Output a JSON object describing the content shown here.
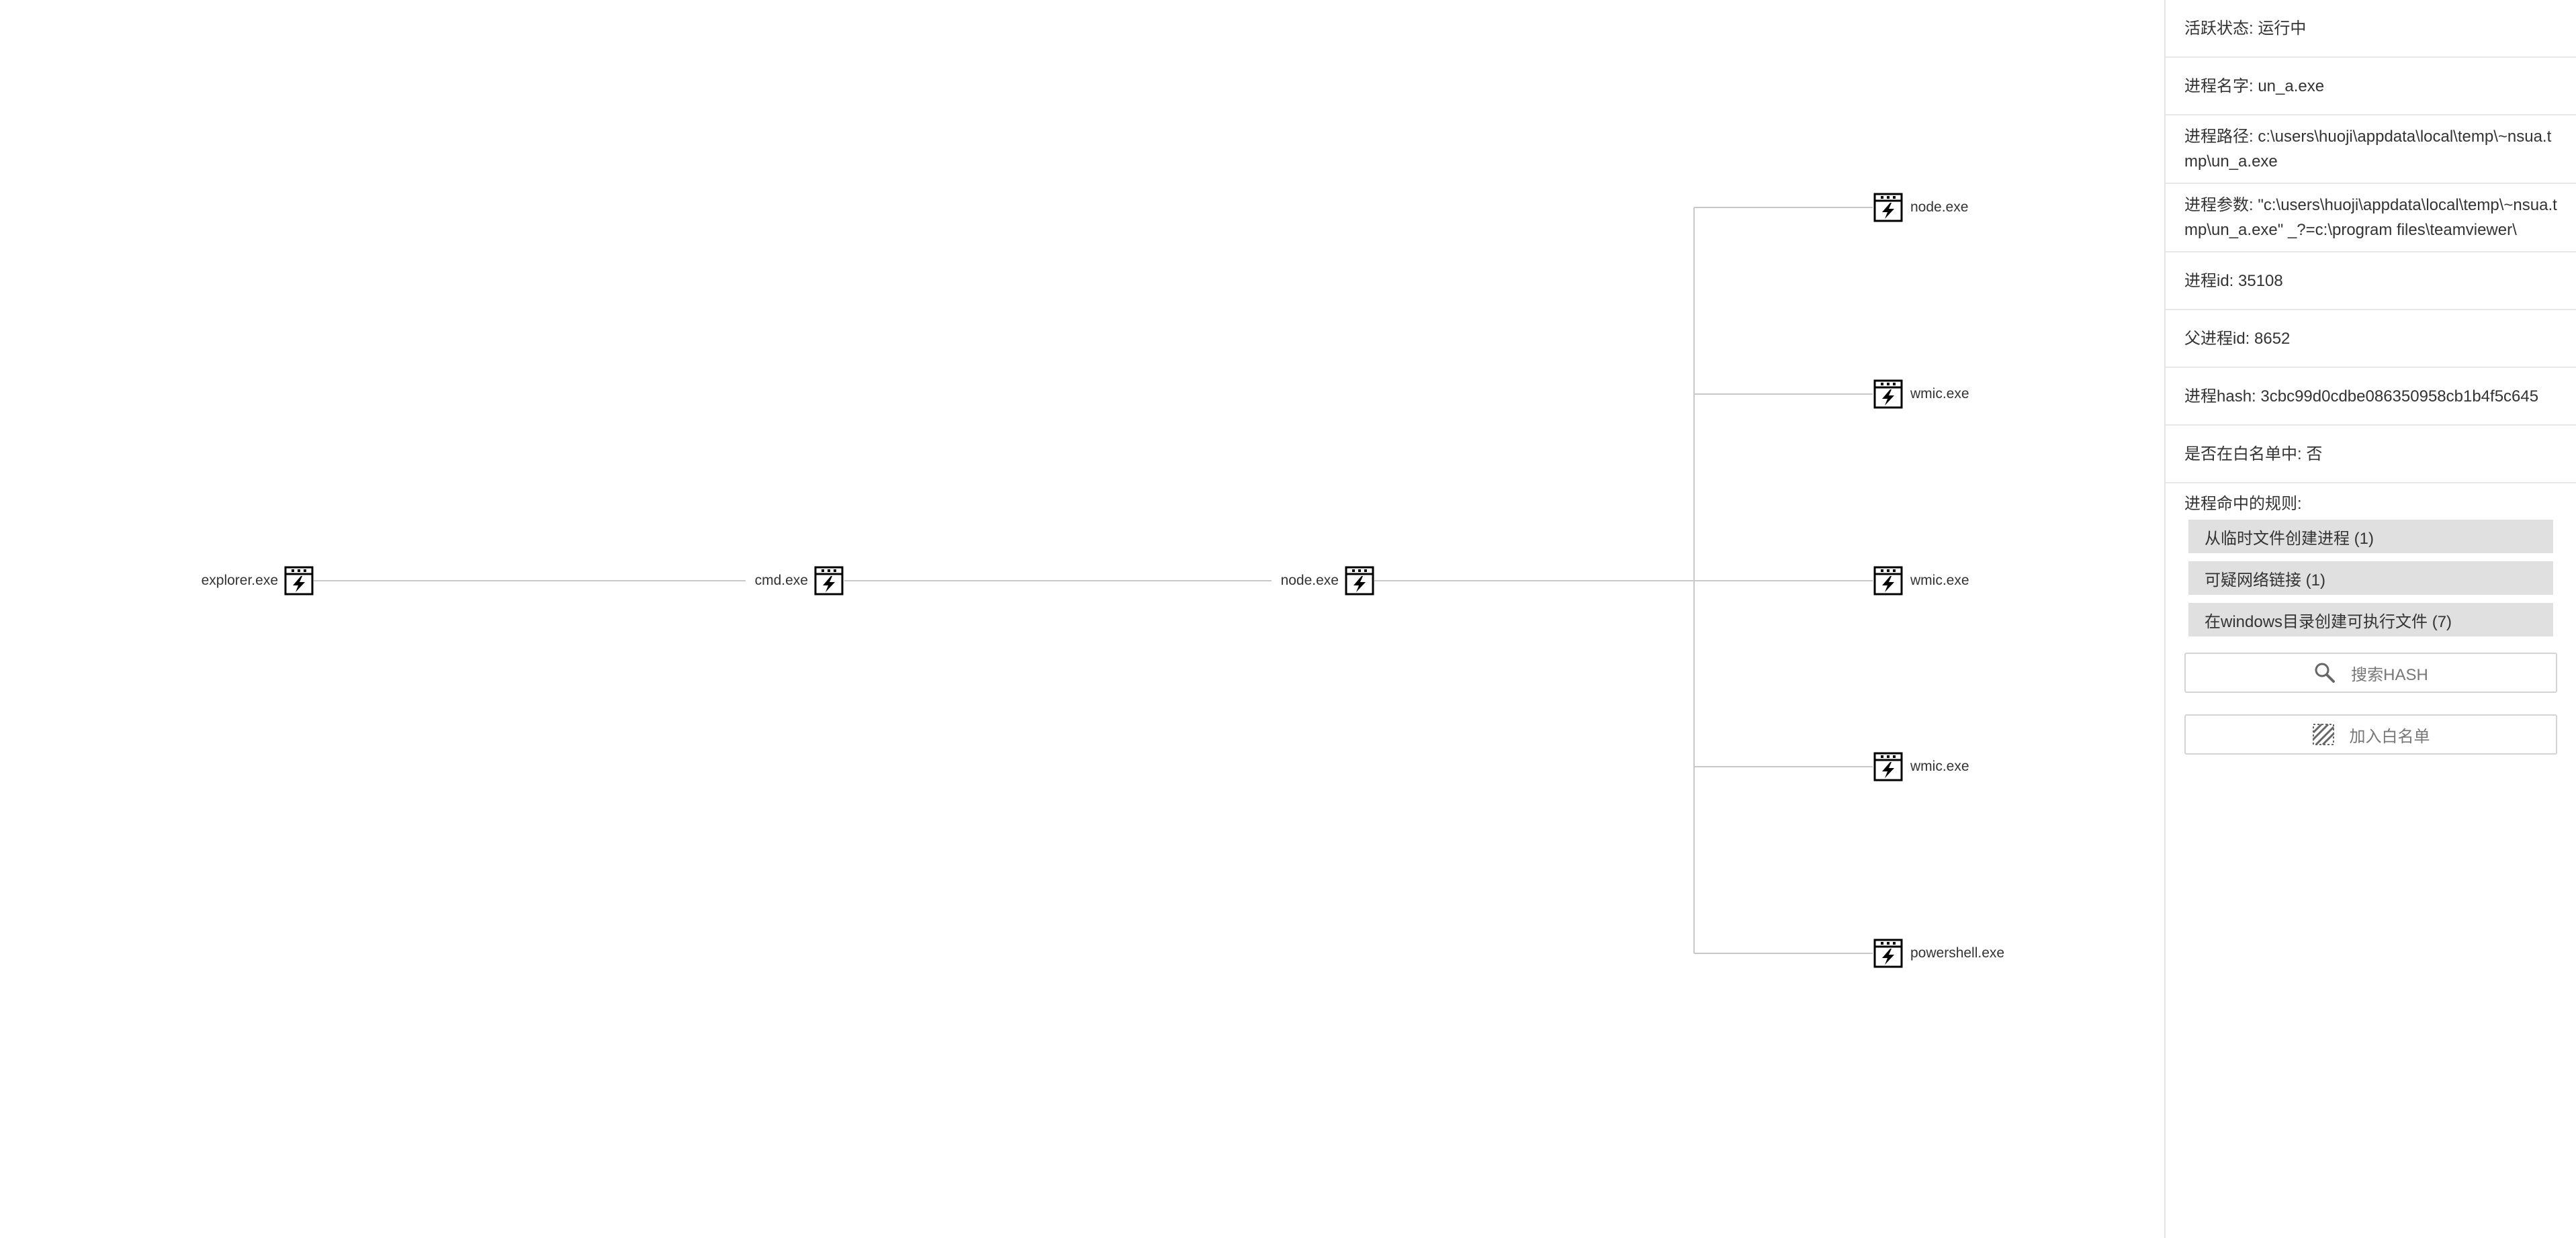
{
  "graph": {
    "nodes": [
      {
        "id": "explorer",
        "label": "explorer.exe",
        "icon": "process-icon"
      },
      {
        "id": "cmd",
        "label": "cmd.exe",
        "icon": "process-icon"
      },
      {
        "id": "node_parent",
        "label": "node.exe",
        "icon": "process-icon"
      },
      {
        "id": "node_child",
        "label": "node.exe",
        "icon": "process-icon"
      },
      {
        "id": "wmic1",
        "label": "wmic.exe",
        "icon": "process-icon"
      },
      {
        "id": "wmic2",
        "label": "wmic.exe",
        "icon": "process-icon"
      },
      {
        "id": "wmic3",
        "label": "wmic.exe",
        "icon": "process-icon"
      },
      {
        "id": "powershell",
        "label": "powershell.exe",
        "icon": "process-icon"
      }
    ],
    "edge_color": "#c8c8c8"
  },
  "panel": {
    "status": "活跃状态: 运行中",
    "process_name": "进程名字: un_a.exe",
    "process_path": "进程路径: c:\\users\\huoji\\appdata\\local\\temp\\~nsua.tmp\\un_a.exe",
    "process_args": "进程参数: \"c:\\users\\huoji\\appdata\\local\\temp\\~nsua.tmp\\un_a.exe\" _?=c:\\program files\\teamviewer\\",
    "process_id": "进程id: 35108",
    "parent_id": "父进程id: 8652",
    "process_hash": "进程hash: 3cbc99d0cdbe086350958cb1b4f5c645",
    "whitelisted": "是否在白名单中: 否",
    "rules_title": "进程命中的规则:",
    "rules": [
      "从临时文件创建进程 (1)",
      "可疑网络链接 (1)",
      "在windows目录创建可执行文件 (7)"
    ],
    "search_hash_label": "搜索HASH",
    "add_whitelist_label": "加入白名单",
    "tag_color": "#e0e0e0"
  }
}
